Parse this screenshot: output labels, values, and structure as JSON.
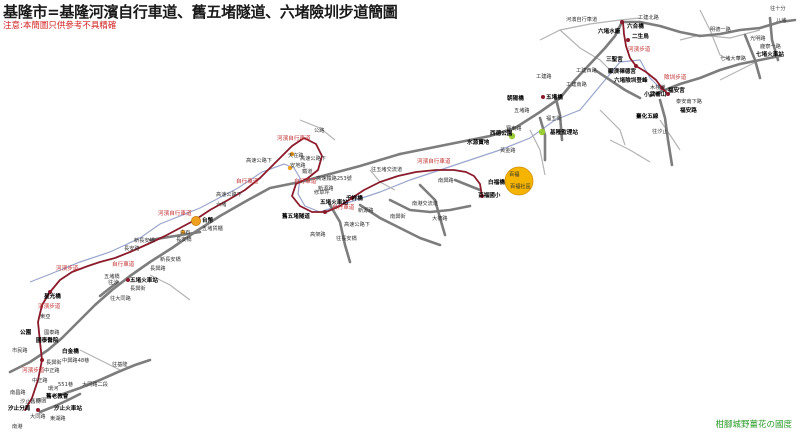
{
  "header": {
    "title": "基隆市=基隆河濱自行車道、舊五堵隧道、六堵險圳步道簡圖",
    "note": "注意:本簡圖只供參考不具精確"
  },
  "credit": "柑腳城野薑花の國度",
  "colors": {
    "route": "#8b1a2b",
    "road": "#7d7d7d",
    "road_light": "#b4b4b4",
    "river": "#9aa6cc",
    "red_text": "#c03030",
    "poi_orange": "#f0a020",
    "poi_green": "#9acd32",
    "big_poi": "#f5b400"
  },
  "labels": {
    "l_sunpaichang": "往十分",
    "l_bading": "八堵",
    "l_mingde1": "明德一路",
    "l_guangming": "光明路",
    "l_qidu_rail": "七堵火車站",
    "l_luxian": "鹿寮一路",
    "l_qidu_road": "七堵大華路",
    "l_gongjian_bei": "工建北路",
    "l_hebin_bike": "河濱自行車道",
    "l_liuhe_bridge": "六合橋",
    "l_liudu_water": "六堵水廠",
    "l_ershengniao": "二生鳥",
    "l_hebin_walk1": "河濱步道",
    "l_sanjuzhi": "三聖宮",
    "l_xianzhen": "顯濟禪德宮",
    "l_liudu_xian": "六堵險圳登峰",
    "l_xianzhen_walk": "險圳步道",
    "l_mu_xing": "木棧道",
    "l_xiaowu_shan": "小武崙山",
    "l_fuan_gong": "福安宮",
    "l_tai_wu": "臺化五線",
    "l_fuan_road": "福安路",
    "l_fuan_feng": "泰安南下路",
    "l_zhuhai": "往汐止",
    "l_gongjian": "工建路",
    "l_gongjian2": "工建西路",
    "l_gongjian_sh": "工建南路",
    "l_jianan": "建國路",
    "l_chaoxiang": "朝陽橋",
    "l_wudu": "五堵橋",
    "l_wudu_road": "五堵路",
    "l_fuwu": "福五街",
    "l_baofu": "寶東路",
    "l_baofu2": "大同路",
    "l_xigangong": "西德公園",
    "l_jilong_water": "基隆監理站",
    "l_shuiyuan": "水源寶地",
    "l_huangjin": "黃金路",
    "l_hebin_bike2": "河濱自行車道",
    "l_wangwudu": "往五堵交流道",
    "l_baiquan": "百福社區",
    "l_baifu": "百福",
    "l_baiying": "白福橋",
    "l_baiying2": "百福國小",
    "l_fuan": "福安",
    "l_nan_road": "南興路",
    "l_nanxing": "南興街",
    "l_dongxin": "大德路",
    "l_guan_road": "公路",
    "l_tianzai": "天在路",
    "l_gaosu1": "高速公路下",
    "l_gaosu2": "高速公路下",
    "l_gaosu3": "高速公路下",
    "l_anti": "安地路",
    "l_wugu_tunnel": "舊五堵隧道",
    "l_qianxi": "千祥橋",
    "l_xinyuan": "新源路",
    "l_xinyuan2": "新源路",
    "l_tuiyuan": "鐵道",
    "l_xiucao": "修草坪",
    "l_gaoxiong": "高架路",
    "l_gaoxing2": "高速鐵路253號",
    "l_hebin_bike3": "河濱自行車道",
    "l_hebin_bike4": "自行車道",
    "l_gaosu_wei": "高速公路下",
    "l_wudu_rail": "五堵火車站",
    "l_baishi": "白石",
    "l_wangchangan": "往長安橋",
    "l_liangzhou": "六堵",
    "l_hebin_bike5": "自行車道",
    "l_bike6": "自行車道",
    "l_nanyue": "南港交流道",
    "l_chang_an": "長安橋",
    "l_chang_an2": "長安路",
    "l_xinzhang": "新長安橋",
    "l_wugu_rail2": "五堵火車站",
    "l_wudu_qiao": "五堵橋",
    "l_zhuda": "往大同路",
    "l_dong_he": "長興路",
    "l_hebin_walk2": "河濱步道",
    "l_xintai": "星光橋",
    "l_hebin_walk3": "河濱步道",
    "l_dong_he2": "東亞",
    "l_gongyuan": "公園",
    "l_guotai": "國泰醫院",
    "l_wangqiao": "國泰路",
    "l_shimin_rd": "市民路",
    "l_baijin": "白金橋",
    "l_changxin": "長興街",
    "l_xinzheng": "中興路48巷",
    "l_hebin_walk4": "河濱步道",
    "l_zhongzheng": "中正路",
    "l_dadongzheng": "大同路二段",
    "l_huanhe": "環河",
    "l_xizhi_jiu": "汐止舊街",
    "l_jiu_jiao": "舊老教會",
    "l_xizhi_rail": "汐止火車站",
    "l_zhuqin": "往基隆",
    "l_nanyuan": "南昌路",
    "l_dongdu": "東湖路",
    "l_xiyuan": "西園",
    "l_dali": "大同路",
    "l_xizhi_fen": "汐止分局",
    "l_shengming": "南港",
    "l_huadong": "中正路",
    "l_551": "551巷",
    "l_taikong": "台幣",
    "l_wuduo_mansion": "五堵貨櫃",
    "l_anle": "往汐",
    "l_xingan": "新長安橋"
  },
  "pois": {
    "p_taibi": "台幣",
    "p_baifu": "百福社區"
  }
}
